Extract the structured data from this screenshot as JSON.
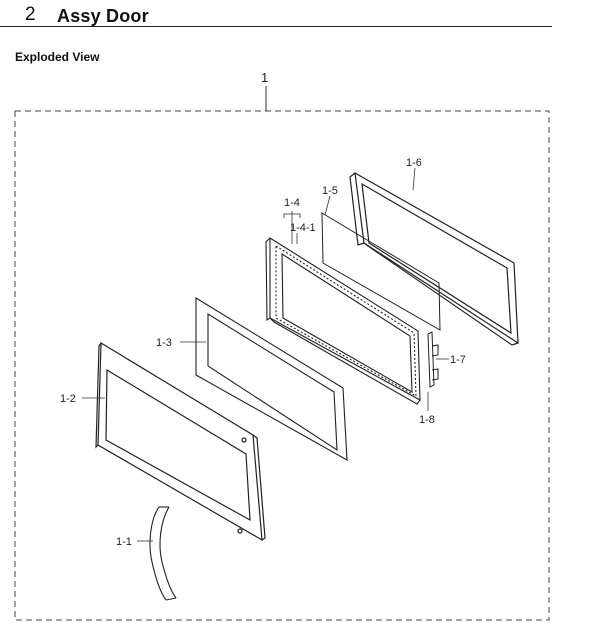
{
  "header": {
    "section_number": "2",
    "title": "Assy Door"
  },
  "subheading": "Exploded View",
  "parts": {
    "assembly": "1",
    "handle": "1-1",
    "door_front": "1-2",
    "glass_panel": "1-3",
    "door_frame": "1-4",
    "frame_sub": "1-4-1",
    "screen": "1-5",
    "choke_cover": "1-6",
    "hinge_a": "1-7",
    "hinge_b": "1-8"
  }
}
